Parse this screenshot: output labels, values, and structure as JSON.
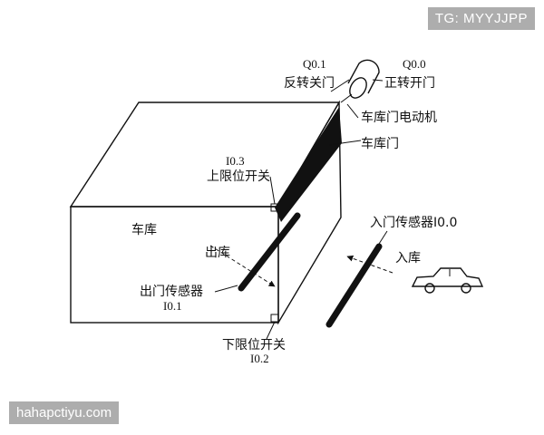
{
  "watermark_top": "TG: MYYJJPP",
  "watermark_bottom": "hahapctiyu.com",
  "diagram": {
    "q01": "Q0.1",
    "reverse_close": "反转关门",
    "q00": "Q0.0",
    "forward_open": "正转开门",
    "motor": "车库门电动机",
    "door": "车库门",
    "i03": "I0.3",
    "upper_limit": "上限位开关",
    "garage": "车库",
    "exit": "出库",
    "exit_sensor": "出门传感器",
    "i01": "I0.1",
    "lower_limit": "下限位开关",
    "i02": "I0.2",
    "entry_sensor": "入门传感器I0.0",
    "entry": "入库"
  }
}
